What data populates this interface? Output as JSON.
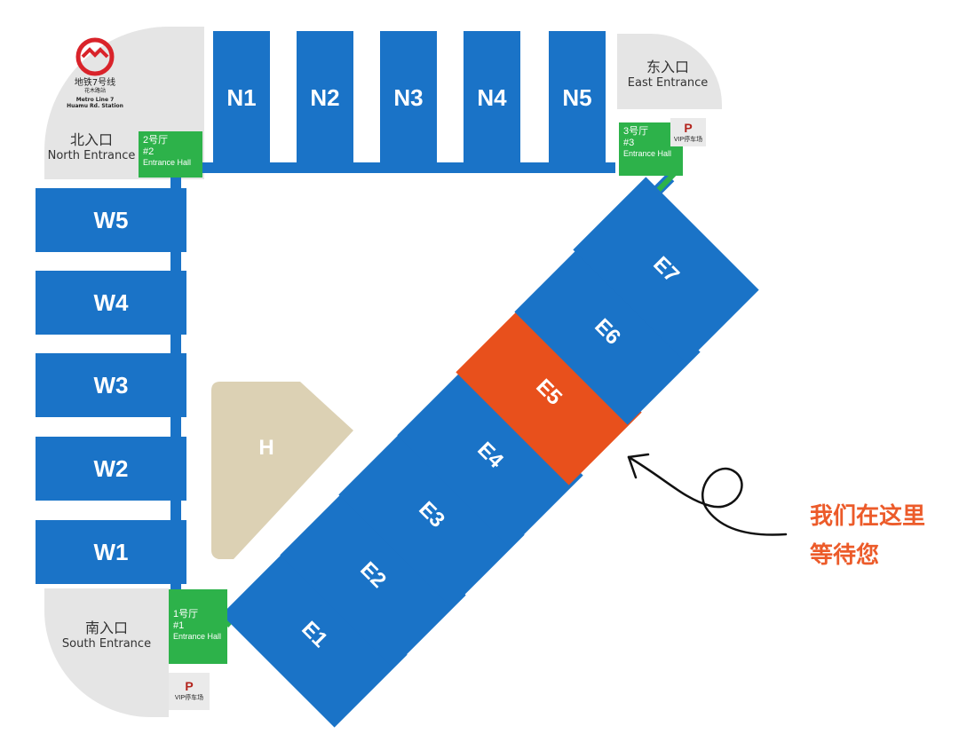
{
  "metro": {
    "line_zh": "地铁7号线",
    "station_zh": "花木路站",
    "line_en": "Metro Line 7",
    "station_en": "Huamu Rd. Station"
  },
  "entrances": {
    "north": {
      "zh": "北入口",
      "en": "North Entrance"
    },
    "east": {
      "zh": "东入口",
      "en": "East Entrance"
    },
    "south": {
      "zh": "南入口",
      "en": "South Entrance"
    }
  },
  "entrance_halls": [
    {
      "zh": "2号厅",
      "num": "#2",
      "en": "Entrance Hall"
    },
    {
      "zh": "3号厅",
      "num": "#3",
      "en": "Entrance Hall"
    },
    {
      "zh": "1号厅",
      "num": "#1",
      "en": "Entrance Hall"
    }
  ],
  "north_halls": [
    "N1",
    "N2",
    "N3",
    "N4",
    "N5"
  ],
  "west_halls": [
    "W5",
    "W4",
    "W3",
    "W2",
    "W1"
  ],
  "east_halls": [
    "E1",
    "E2",
    "E3",
    "E4",
    "E5",
    "E6",
    "E7"
  ],
  "highlighted_hall": "E5",
  "center_hall": "H",
  "vip_parking": {
    "symbol": "P",
    "label": "VIP停车场"
  },
  "callout": {
    "line1": "我们在这里",
    "line2": "等待您"
  },
  "colors": {
    "hall_blue": "#1a73c7",
    "highlight_orange": "#e8501c",
    "entrance_green": "#2db24a",
    "center_hall_beige": "#dcd1b4",
    "entrance_gray": "#e5e5e5",
    "callout_orange": "#ec5b2a",
    "metro_red": "#d9232a"
  }
}
